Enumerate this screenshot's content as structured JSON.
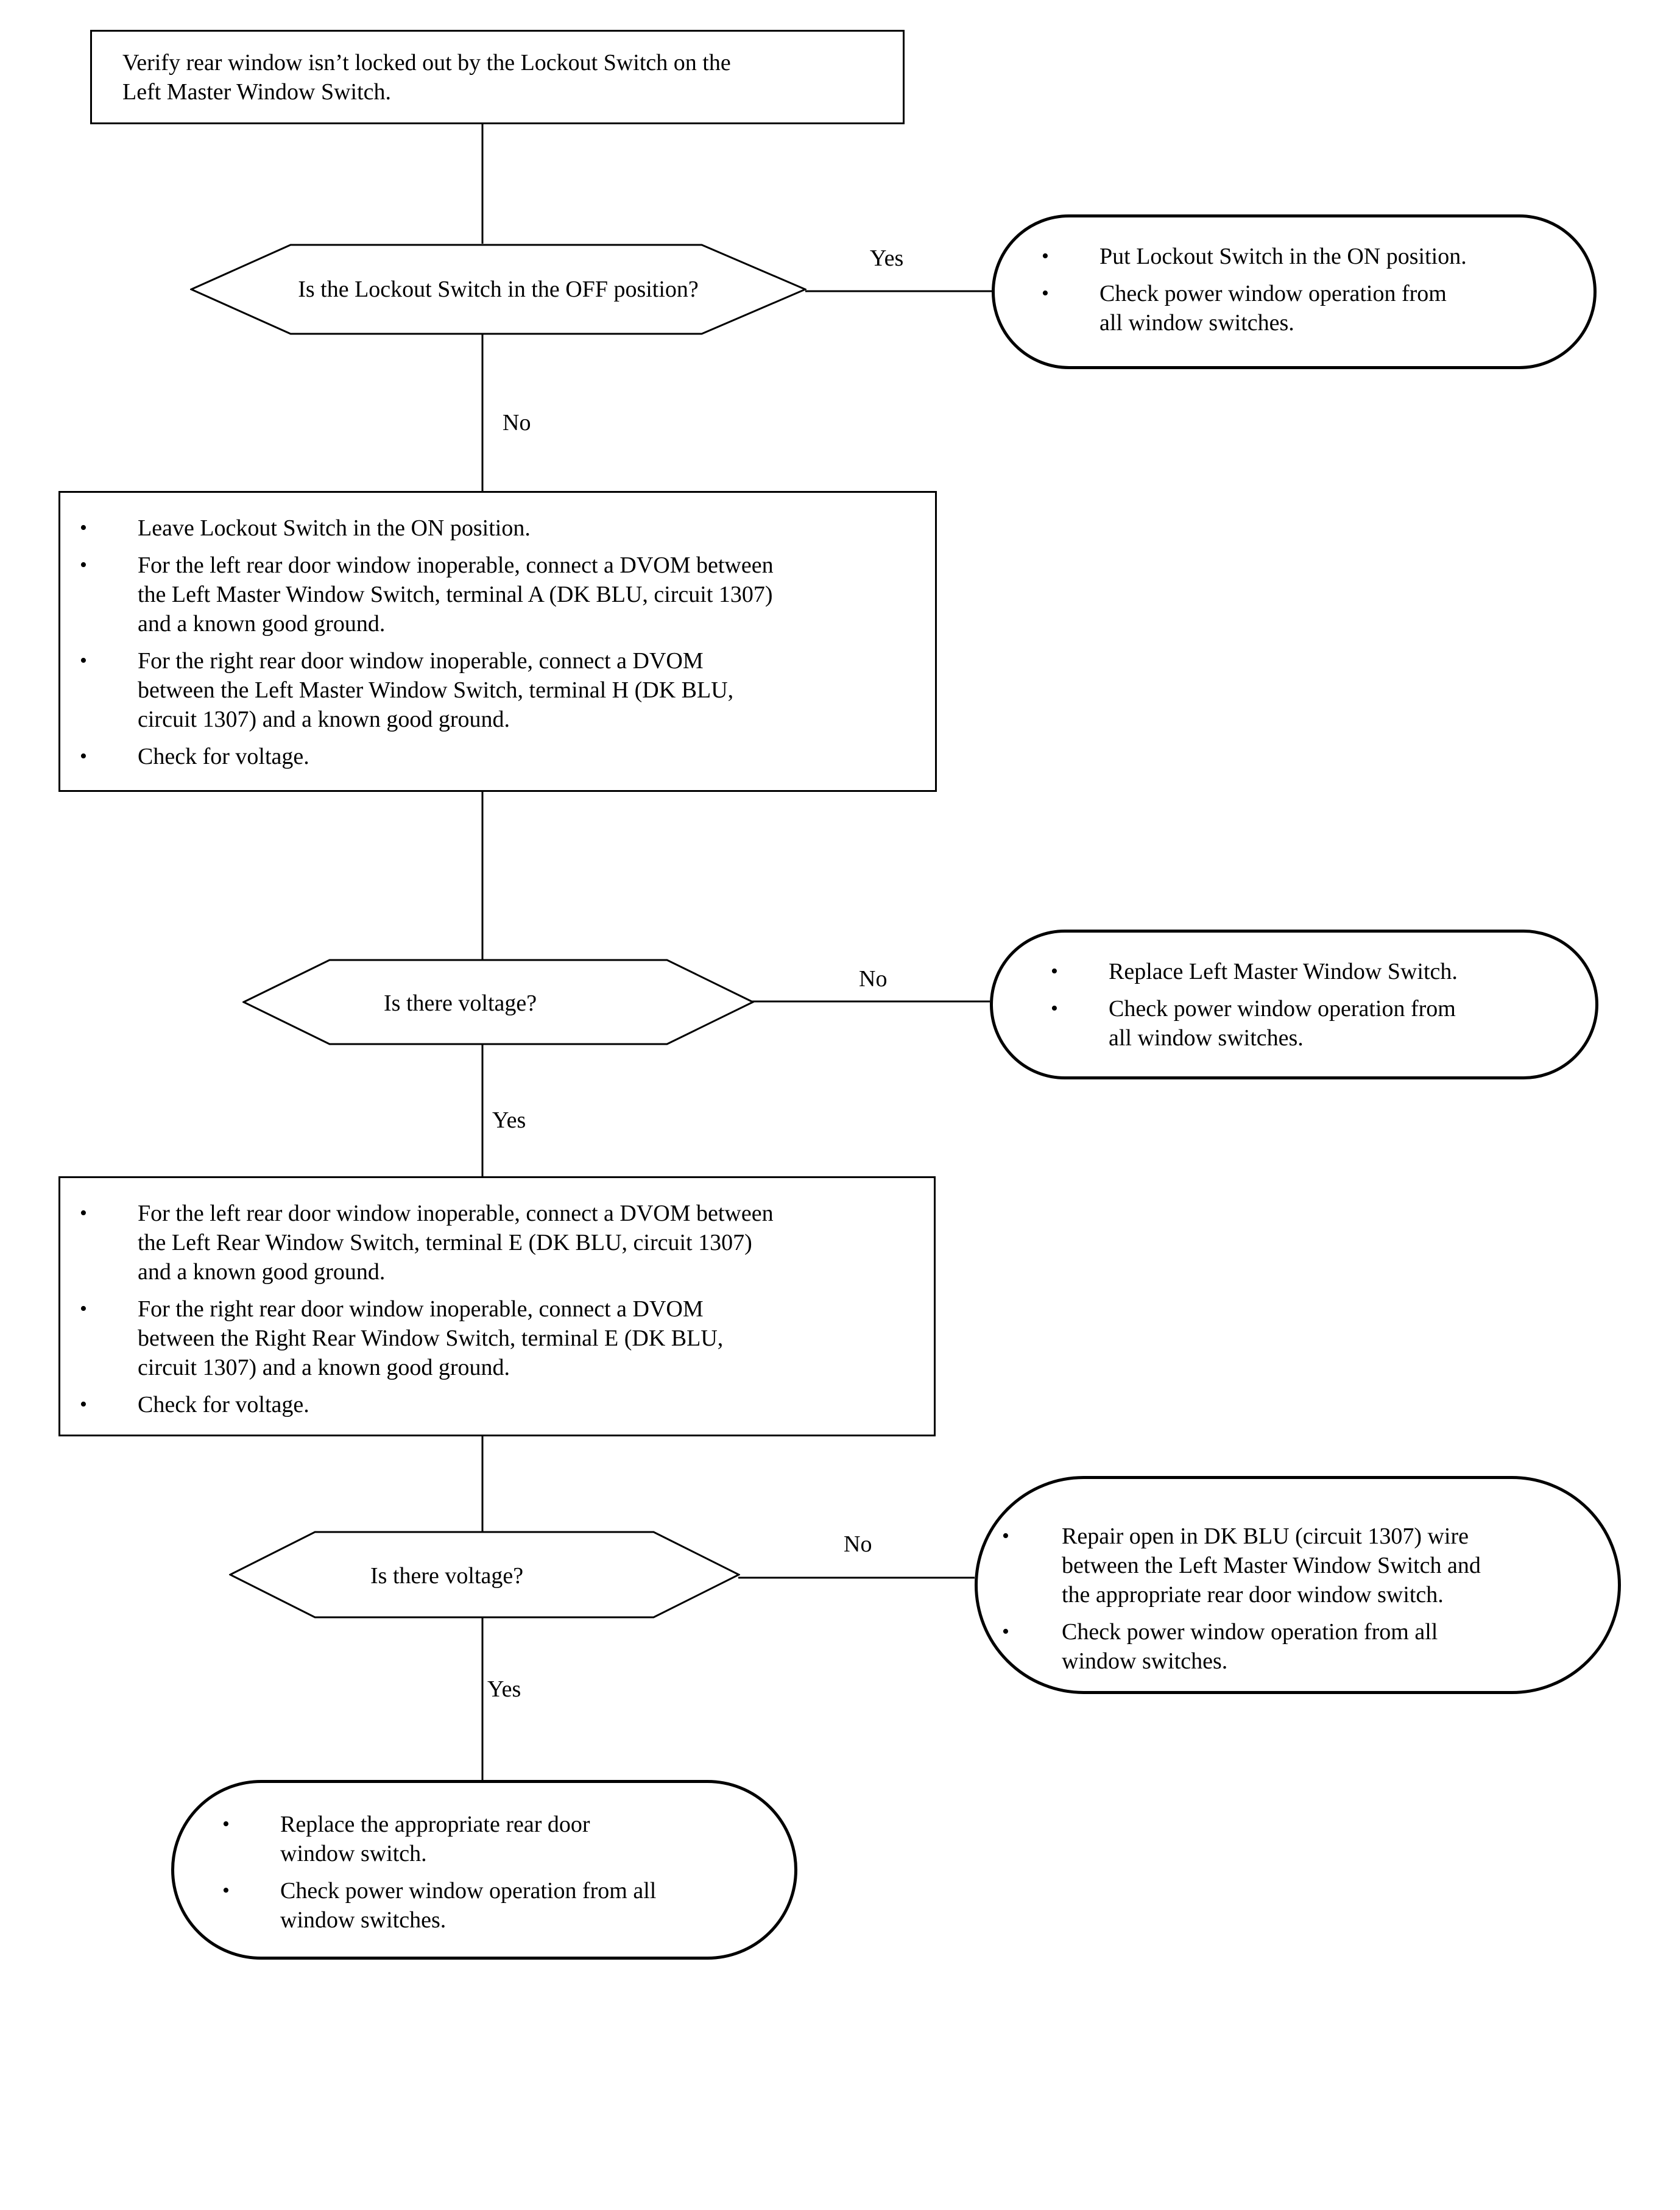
{
  "start": {
    "text": "Verify rear window isn’t locked out by the Lockout Switch on the\nLeft Master Window Switch."
  },
  "decision1": {
    "text": "Is the Lockout Switch in the OFF position?"
  },
  "result1": {
    "items": [
      "Put Lockout Switch in the ON position.",
      "Check power window operation from\nall window switches."
    ]
  },
  "step2": {
    "items": [
      "Leave Lockout Switch in the ON position.",
      "For the left rear door window inoperable, connect a DVOM between\nthe Left Master Window Switch, terminal A (DK BLU, circuit 1307)\nand a known good ground.",
      "For the right rear door window inoperable, connect a DVOM\nbetween the Left Master Window Switch, terminal H (DK BLU,\ncircuit 1307) and a known good ground.",
      "Check for voltage."
    ]
  },
  "decision2": {
    "text": "Is there voltage?"
  },
  "result2": {
    "items": [
      "Replace Left Master Window Switch.",
      "Check power window operation from\nall window switches."
    ]
  },
  "step3": {
    "items": [
      "For the left rear door window inoperable, connect a DVOM between\nthe Left Rear Window Switch, terminal E (DK BLU, circuit 1307)\nand a known good ground.",
      "For the right rear door window inoperable, connect a DVOM\nbetween the Right Rear Window Switch, terminal E (DK BLU,\ncircuit 1307) and a known good ground.",
      "Check for voltage."
    ]
  },
  "decision3": {
    "text": "Is there voltage?"
  },
  "result3": {
    "items": [
      "Repair open in DK BLU (circuit 1307) wire\nbetween the Left Master Window Switch and\nthe appropriate rear door window switch.",
      "Check power window operation from all\nwindow switches."
    ]
  },
  "result4": {
    "items": [
      "Replace the appropriate rear door\nwindow switch.",
      "Check power window operation from all\nwindow switches."
    ]
  },
  "edges": {
    "d1_yes": "Yes",
    "d1_no": "No",
    "d2_no": "No",
    "d2_yes": "Yes",
    "d3_no": "No",
    "d3_yes": "Yes"
  },
  "bullet_glyph": "•"
}
